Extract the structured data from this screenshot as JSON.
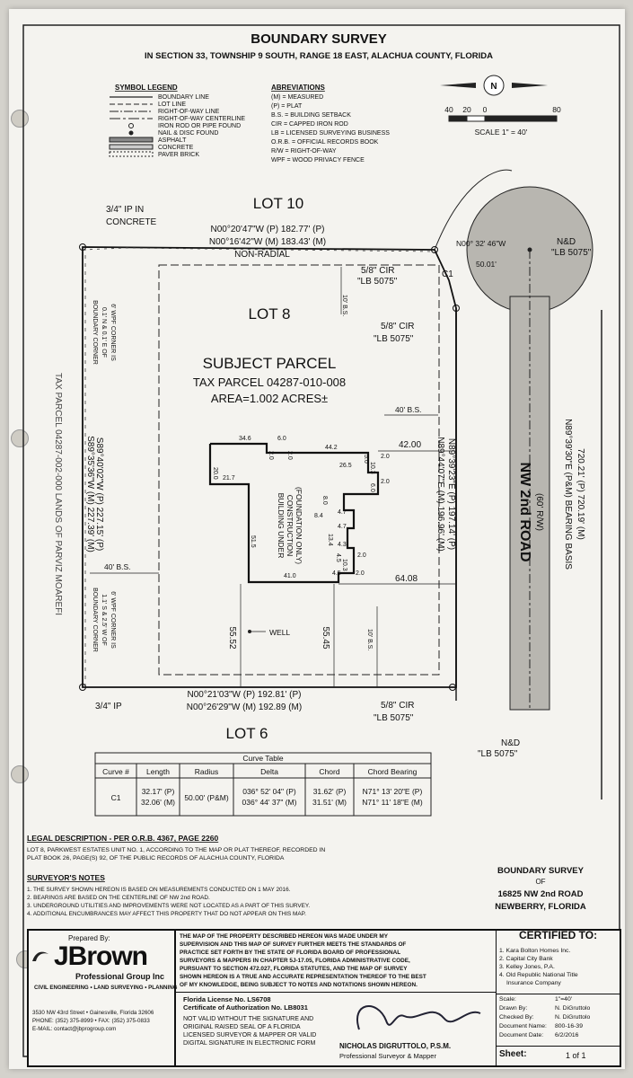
{
  "title": "BOUNDARY SURVEY",
  "subtitle": "IN SECTION 33, TOWNSHIP 9 SOUTH, RANGE 18 EAST, ALACHUA COUNTY, FLORIDA",
  "symbol_legend": {
    "heading": "SYMBOL LEGEND",
    "items": [
      "BOUNDARY LINE",
      "LOT LINE",
      "RIGHT-OF-WAY LINE",
      "RIGHT-OF-WAY CENTERLINE",
      "IRON ROD OR PIPE FOUND",
      "NAIL & DISC FOUND",
      "ASPHALT",
      "CONCRETE",
      "PAVER BRICK"
    ]
  },
  "abbreviations": {
    "heading": "ABREVIATIONS",
    "items": [
      "(M) = MEASURED",
      "(P) = PLAT",
      "B.S. = BUILDING SETBACK",
      "CIR = CAPPED IRON ROD",
      "LB = LICENSED SURVEYING BUSINESS",
      "O.R.B. = OFFICIAL RECORDS BOOK",
      "R/W = RIGHT-OF-WAY",
      "WPF = WOOD PRIVACY FENCE"
    ]
  },
  "scale": {
    "ticks": [
      "40",
      "20",
      "0",
      "80"
    ],
    "label": "SCALE 1\" = 40'",
    "north": "N"
  },
  "drawing": {
    "lot_10": "LOT 10",
    "lot_8": "LOT 8",
    "lot_6": "LOT 6",
    "ip_concrete": [
      "3/4\" IP IN",
      "CONCRETE"
    ],
    "ip_bottom": "3/4\" IP",
    "north_line": [
      "N00°20'47\"W (P) 182.77' (P)",
      "N00°16'42\"W (M) 183.43' (M)"
    ],
    "non_radial": "NON-RADIAL",
    "cir_top": [
      "5/8\" CIR",
      "\"LB 5075\""
    ],
    "cir_mid": [
      "5/8\" CIR",
      "\"LB 5075\""
    ],
    "cir_bottom": [
      "5/8\" CIR",
      "\"LB 5075\""
    ],
    "c1": "C1",
    "cul_de_sac": [
      "N00° 32' 46\"W",
      "50.01'"
    ],
    "nd_top": [
      "N&D",
      "\"LB 5075\""
    ],
    "nd_bottom": [
      "N&D",
      "\"LB 5075\""
    ],
    "subject": "SUBJECT PARCEL",
    "tax_parcel": "TAX PARCEL 04287-010-008",
    "area": "AREA=1.002 ACRES±",
    "bs_40_right": "40' B.S.",
    "bs_40_left": "40' B.S.",
    "bs_10_top": "10' B.S.",
    "bs_10_bottom": "10' B.S.",
    "fence_top": [
      "6' WPF CORNER IS",
      "0.1' N & 0.1' E OF",
      "BOUNDARY CORNER"
    ],
    "fence_bottom": [
      "6' WPF CORNER IS",
      "1.1' S & 2.5' W OF",
      "BOUNDARY CORNER"
    ],
    "west_line": [
      "S89°40'02\"W (P) 227.15' (P)",
      "S89°35'36\"W (M) 227.39' (M)"
    ],
    "east_line": [
      "N89°39'23\"E (P) 197.14' (P)",
      "N89°44'07\"E (M) 196.96' (M)"
    ],
    "south_line": [
      "N00°21'03\"W (P) 192.81' (P)",
      "N00°26'29\"W (M) 192.89 (M)"
    ],
    "road_bearing": [
      "N89°39'30\"E (P&M) BEARING BASIS",
      "720.21' (P) 720.19' (M)"
    ],
    "road_name": "NW 2nd ROAD",
    "road_width": "(60' R/W)",
    "side_parcel": "TAX PARCEL 04287-002-000   LANDS OF PARVIZ MOAREFI",
    "building": [
      "BUILDING UNDER",
      "CONSTRUCTION",
      "(FOUNDATION ONLY)"
    ],
    "well": "WELL",
    "dims": {
      "d42": "42.00",
      "d6408": "64.08",
      "d5552": "55.52",
      "d5545": "55.45",
      "d346": "34.6",
      "d442": "44.2",
      "d60": "6.0",
      "d20a": "2.0",
      "d20b": "2.0",
      "d200": "20.0",
      "d217": "21.7",
      "d515": "51.5",
      "d410": "41.0",
      "d265": "26.5",
      "d50": "5.0",
      "d103": "10.3",
      "d60b": "6.0",
      "d80": "8.0",
      "d84": "8.4",
      "d47a": "4.7",
      "d47b": "4.7",
      "d134": "13.4",
      "d43": "4.3",
      "d45a": "4.5",
      "d103b": "10.3",
      "d45b": "4.5",
      "d20c": "2.0",
      "d20d": "2.0",
      "d20e": "2.0",
      "d20f": "2.0"
    }
  },
  "curve_table": {
    "title": "Curve Table",
    "headers": [
      "Curve #",
      "Length",
      "Radius",
      "Delta",
      "Chord",
      "Chord Bearing"
    ],
    "row": {
      "curve": "C1",
      "length": [
        "32.17' (P)",
        "32.06' (M)"
      ],
      "radius": "50.00' (P&M)",
      "delta": [
        "036° 52' 04\" (P)",
        "036° 44' 37\" (M)"
      ],
      "chord": [
        "31.62' (P)",
        "31.51' (M)"
      ],
      "bearing": [
        "N71° 13' 20\"E (P)",
        "N71° 11' 18\"E (M)"
      ]
    }
  },
  "legal": {
    "heading": "LEGAL DESCRIPTION - PER O.R.B. 4367, PAGE 2260",
    "text": [
      "LOT 8, PARKWEST ESTATES UNIT NO. 1, ACCORDING TO THE MAP OR PLAT THEREOF, RECORDED IN",
      "PLAT BOOK 26, PAGE(S) 92, OF THE PUBLIC RECORDS OF ALACHUA COUNTY, FLORIDA"
    ]
  },
  "notes": {
    "heading": "SURVEYOR'S NOTES",
    "items": [
      "1. THE SURVEY SHOWN HEREON IS BASED ON MEASUREMENTS CONDUCTED ON 1 MAY 2016.",
      "2. BEARINGS ARE BASED ON THE CENTERLINE OF NW 2nd ROAD.",
      "3. UNDERGROUND UTILITIES AND IMPROVEMENTS WERE NOT LOCATED AS A PART OF THIS SURVEY.",
      "4. ADDITIONAL ENCUMBRANCES MAY AFFECT THIS PROPERTY THAT DO NOT APPEAR ON THIS MAP."
    ]
  },
  "survey_of": [
    "BOUNDARY SURVEY",
    "OF",
    "16825 NW 2nd ROAD",
    "NEWBERRY, FLORIDA"
  ],
  "prepared_by": "Prepared By:",
  "company": {
    "name": "JBrown",
    "sub": "Professional Group Inc",
    "services": "CIVIL ENGINEERING • LAND SURVEYING • PLANNING",
    "address": "3530 NW 43rd Street • Gainesville, Florida 32606",
    "phone": "PHONE: (352) 375-8999 • FAX: (352) 375-0833",
    "email": "E-MAIL: contact@jbprogroup.com"
  },
  "certification": [
    "THE MAP OF THE PROPERTY DESCRIBED HEREON WAS MADE UNDER MY",
    "SUPERVISION AND THIS MAP OF SURVEY FURTHER MEETS THE STANDARDS OF",
    "PRACTICE SET FORTH BY THE STATE OF FLORIDA BOARD OF PROFESSIONAL",
    "SURVEYORS & MAPPERS IN CHAPTER 5J-17.05, FLORIDA ADMINISTRATIVE CODE,",
    "PURSUANT TO SECTION 472.027, FLORIDA STATUTES, AND THE MAP OF SURVEY",
    "SHOWN HEREON IS A TRUE AND ACCURATE REPRESENTATION THEREOF TO THE BEST",
    "OF MY KNOWLEDGE, BEING SUBJECT TO NOTES AND NOTATIONS SHOWN HEREON."
  ],
  "license": [
    "Florida License No. LS6708",
    "Certificate of Authorization No. LB8031"
  ],
  "seal_notice": [
    "NOT VALID WITHOUT THE SIGNATURE AND",
    "ORIGINAL RAISED SEAL OF A FLORIDA",
    "LICENSED SURVEYOR & MAPPER OR VALID",
    "DIGITAL SIGNATURE IN ELECTRONIC FORM"
  ],
  "surveyor": [
    "NICHOLAS DIGRUTTOLO, P.S.M.",
    "Professional Surveyor & Mapper"
  ],
  "certified_to": {
    "heading": "CERTIFIED TO:",
    "items": [
      "1. Kara Bolton Homes Inc.",
      "2. Capital City Bank",
      "3. Kelley Jones, P.A.",
      "4. Old Republic National Title",
      "Insurance Company"
    ]
  },
  "title_block": [
    {
      "label": "Scale:",
      "value": "1\"=40'"
    },
    {
      "label": "Drawn By:",
      "value": "N. DiGruttolo"
    },
    {
      "label": "Checked By:",
      "value": "N. DiGruttolo"
    },
    {
      "label": "Document Name:",
      "value": "800-16-39"
    },
    {
      "label": "Document Date:",
      "value": "6/2/2016"
    }
  ],
  "sheet": {
    "label": "Sheet:",
    "value": "1 of 1"
  }
}
